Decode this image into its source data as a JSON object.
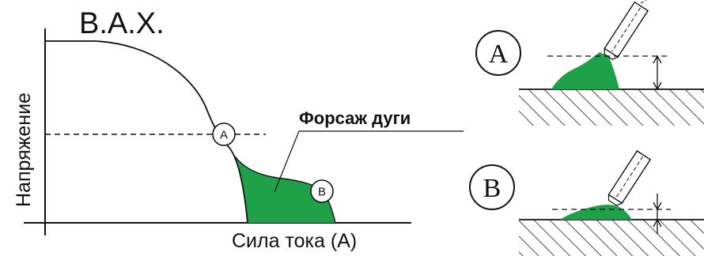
{
  "title": "В.А.Х.",
  "y_axis_label": "Напряжение",
  "x_axis_label": "Сила тока (А)",
  "callout_label": "Форсаж дуги",
  "point_a": "A",
  "point_b": "B",
  "panel_a": {
    "label": "A"
  },
  "panel_b": {
    "label": "B"
  },
  "colors": {
    "arc_fill": "#1fa14a",
    "line": "#111111"
  }
}
